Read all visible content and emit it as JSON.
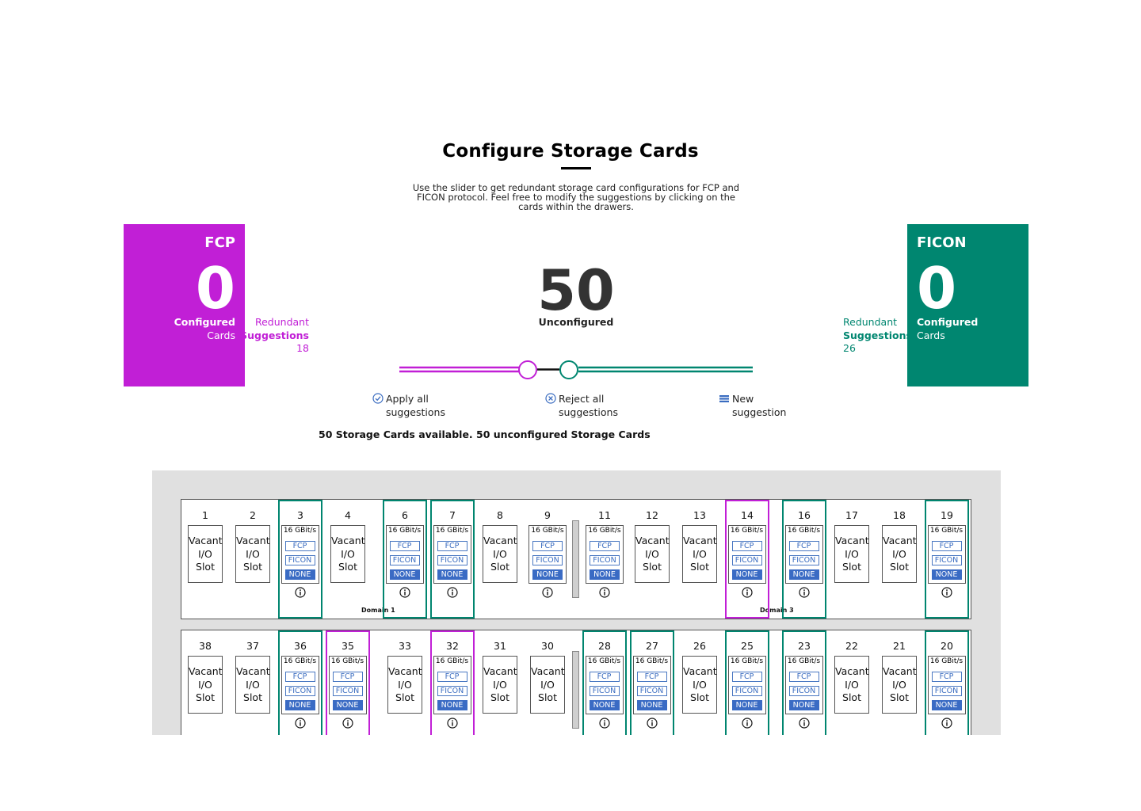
{
  "page": {
    "title": "Configure Storage Cards",
    "intro": "Use the slider to get redundant storage card configurations for FCP and FICON protocol. Feel free to modify the suggestions by clicking on the cards within the drawers."
  },
  "fcp": {
    "label": "FCP",
    "configured": "0",
    "configured_label": "Configured",
    "cards_label": "Cards",
    "redundant_label": "Redundant",
    "suggestions_label": "Suggestions",
    "suggestions_count": "18",
    "color": "#c11fd6"
  },
  "ficon": {
    "label": "FICON",
    "configured": "0",
    "configured_label": "Configured",
    "cards_label": "Cards",
    "redundant_label": "Redundant",
    "suggestions_label": "Suggestions",
    "suggestions_count": "26",
    "color": "#008670"
  },
  "center": {
    "unconfigured_count": "50",
    "unconfigured_label": "Unconfigured"
  },
  "actions": {
    "apply_line1": "Apply all",
    "apply_line2": "suggestions",
    "reject_line1": "Reject all",
    "reject_line2": "suggestions",
    "new_line1": "New",
    "new_line2": "suggestion"
  },
  "status": "50 Storage Cards available. 50 unconfigured Storage Cards",
  "labels": {
    "vacant_1": "Vacant",
    "vacant_2": "I/O",
    "vacant_3": "Slot",
    "speed": "16 GBit/s",
    "opt_fcp": "FCP",
    "opt_ficon": "FICON",
    "opt_none": "NONE"
  },
  "icons": {
    "apply": "check-circle-icon",
    "reject": "x-circle-icon",
    "new": "stack-icon",
    "info": "info-icon"
  },
  "drawers": {
    "top": {
      "domain_labels": [
        "Domain 1",
        "Domain 3"
      ],
      "slots": [
        {
          "num": "1",
          "type": "vacant",
          "hl": ""
        },
        {
          "num": "2",
          "type": "vacant",
          "hl": ""
        },
        {
          "num": "3",
          "type": "card",
          "hl": "ficon"
        },
        {
          "num": "4",
          "type": "vacant",
          "hl": ""
        },
        {
          "num": "6",
          "type": "card",
          "hl": "ficon"
        },
        {
          "num": "7",
          "type": "card",
          "hl": "ficon"
        },
        {
          "num": "8",
          "type": "vacant",
          "hl": ""
        },
        {
          "num": "9",
          "type": "card",
          "hl": ""
        },
        {
          "num": "11",
          "type": "card",
          "hl": ""
        },
        {
          "num": "12",
          "type": "vacant",
          "hl": ""
        },
        {
          "num": "13",
          "type": "vacant",
          "hl": ""
        },
        {
          "num": "14",
          "type": "card",
          "hl": "fcp"
        },
        {
          "num": "16",
          "type": "card",
          "hl": "ficon"
        },
        {
          "num": "17",
          "type": "vacant",
          "hl": ""
        },
        {
          "num": "18",
          "type": "vacant",
          "hl": ""
        },
        {
          "num": "19",
          "type": "card",
          "hl": "ficon"
        }
      ]
    },
    "bottom": {
      "slots": [
        {
          "num": "38",
          "type": "vacant",
          "hl": ""
        },
        {
          "num": "37",
          "type": "vacant",
          "hl": ""
        },
        {
          "num": "36",
          "type": "card",
          "hl": "ficon"
        },
        {
          "num": "35",
          "type": "card",
          "hl": "fcp"
        },
        {
          "num": "33",
          "type": "vacant",
          "hl": ""
        },
        {
          "num": "32",
          "type": "card",
          "hl": "fcp"
        },
        {
          "num": "31",
          "type": "vacant",
          "hl": ""
        },
        {
          "num": "30",
          "type": "vacant",
          "hl": ""
        },
        {
          "num": "28",
          "type": "card",
          "hl": "ficon"
        },
        {
          "num": "27",
          "type": "card",
          "hl": "ficon"
        },
        {
          "num": "26",
          "type": "vacant",
          "hl": ""
        },
        {
          "num": "25",
          "type": "card",
          "hl": "ficon"
        },
        {
          "num": "23",
          "type": "card",
          "hl": "ficon"
        },
        {
          "num": "22",
          "type": "vacant",
          "hl": ""
        },
        {
          "num": "21",
          "type": "vacant",
          "hl": ""
        },
        {
          "num": "20",
          "type": "card",
          "hl": "ficon"
        }
      ]
    }
  }
}
